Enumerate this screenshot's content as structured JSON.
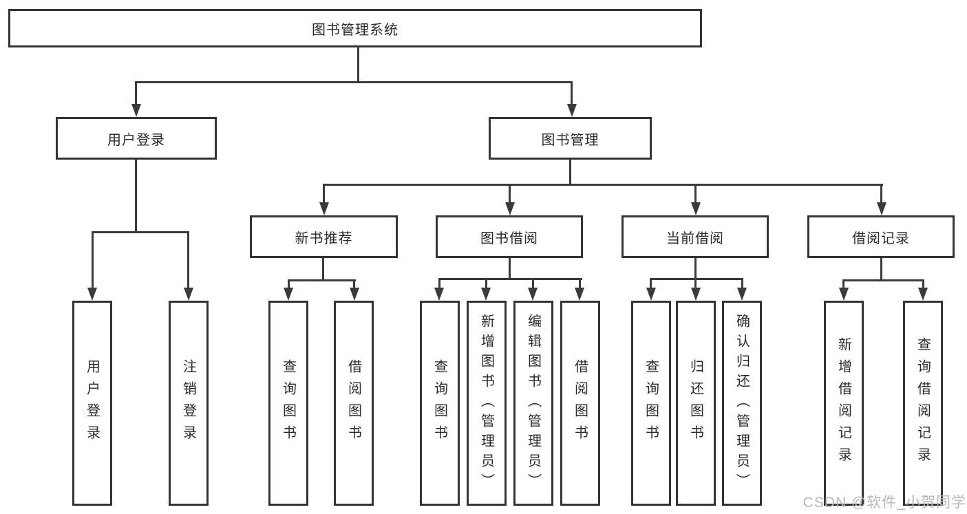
{
  "diagram": {
    "root": {
      "label": "图书管理系统"
    },
    "branches": [
      {
        "label": "用户登录",
        "children": [
          {
            "label": "用户登录"
          },
          {
            "label": "注销登录"
          }
        ]
      },
      {
        "label": "图书管理",
        "children": [
          {
            "label": "新书推荐",
            "children": [
              {
                "label": "查询图书"
              },
              {
                "label": "借阅图书"
              }
            ]
          },
          {
            "label": "图书借阅",
            "children": [
              {
                "label": "查询图书"
              },
              {
                "label": "新增图书（管理员）"
              },
              {
                "label": "编辑图书（管理员）"
              },
              {
                "label": "借阅图书"
              }
            ]
          },
          {
            "label": "当前借阅",
            "children": [
              {
                "label": "查询图书"
              },
              {
                "label": "归还图书"
              },
              {
                "label": "确认归还（管理员）"
              }
            ]
          },
          {
            "label": "借阅记录",
            "children": [
              {
                "label": "新增借阅记录"
              },
              {
                "label": "查询借阅记录"
              }
            ]
          }
        ]
      }
    ]
  },
  "watermark": "CSDN @软件_小贺同学",
  "colors": {
    "line": "#3a3a3a",
    "box_border": "#333333",
    "text": "#2b2b2b",
    "watermark": "#b7b7b7",
    "background": "#ffffff"
  }
}
